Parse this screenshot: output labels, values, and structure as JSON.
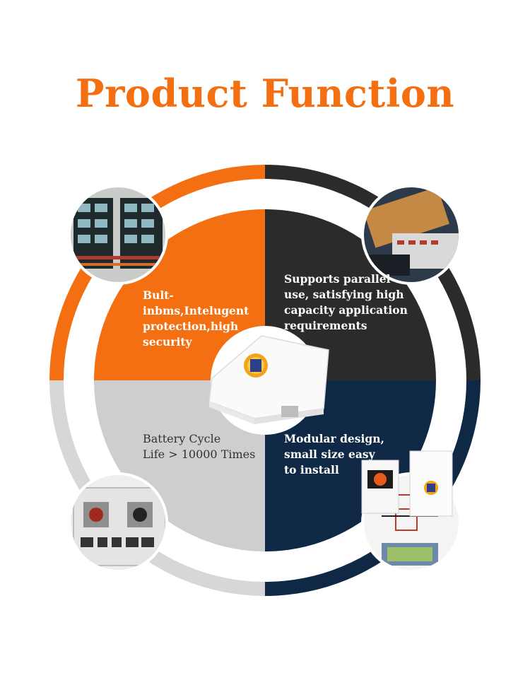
{
  "title": "Product Function",
  "colors": {
    "orange": "#f36f12",
    "dark": "#2b2b2b",
    "navy": "#0f2846",
    "grey": "#cfcdcd",
    "title": "#f36f12"
  },
  "quadrants": {
    "top_left": "Bult-inbms,Intelugent\nprotection,high\nsecurity",
    "top_right": "Supports parallel\nuse, satisfying high\ncapacity application\nrequirements",
    "bottom_left": "Battery Cycle\nLife > 10000 Times",
    "bottom_right": "Modular design,\nsmall size easy\nto install"
  },
  "photos": {
    "top_left": "battery-cells-photo",
    "top_right": "bms-board-photo",
    "bottom_left": "terminal-panel-photo",
    "bottom_right": "installation-photo",
    "center": "battery-unit-photo"
  }
}
